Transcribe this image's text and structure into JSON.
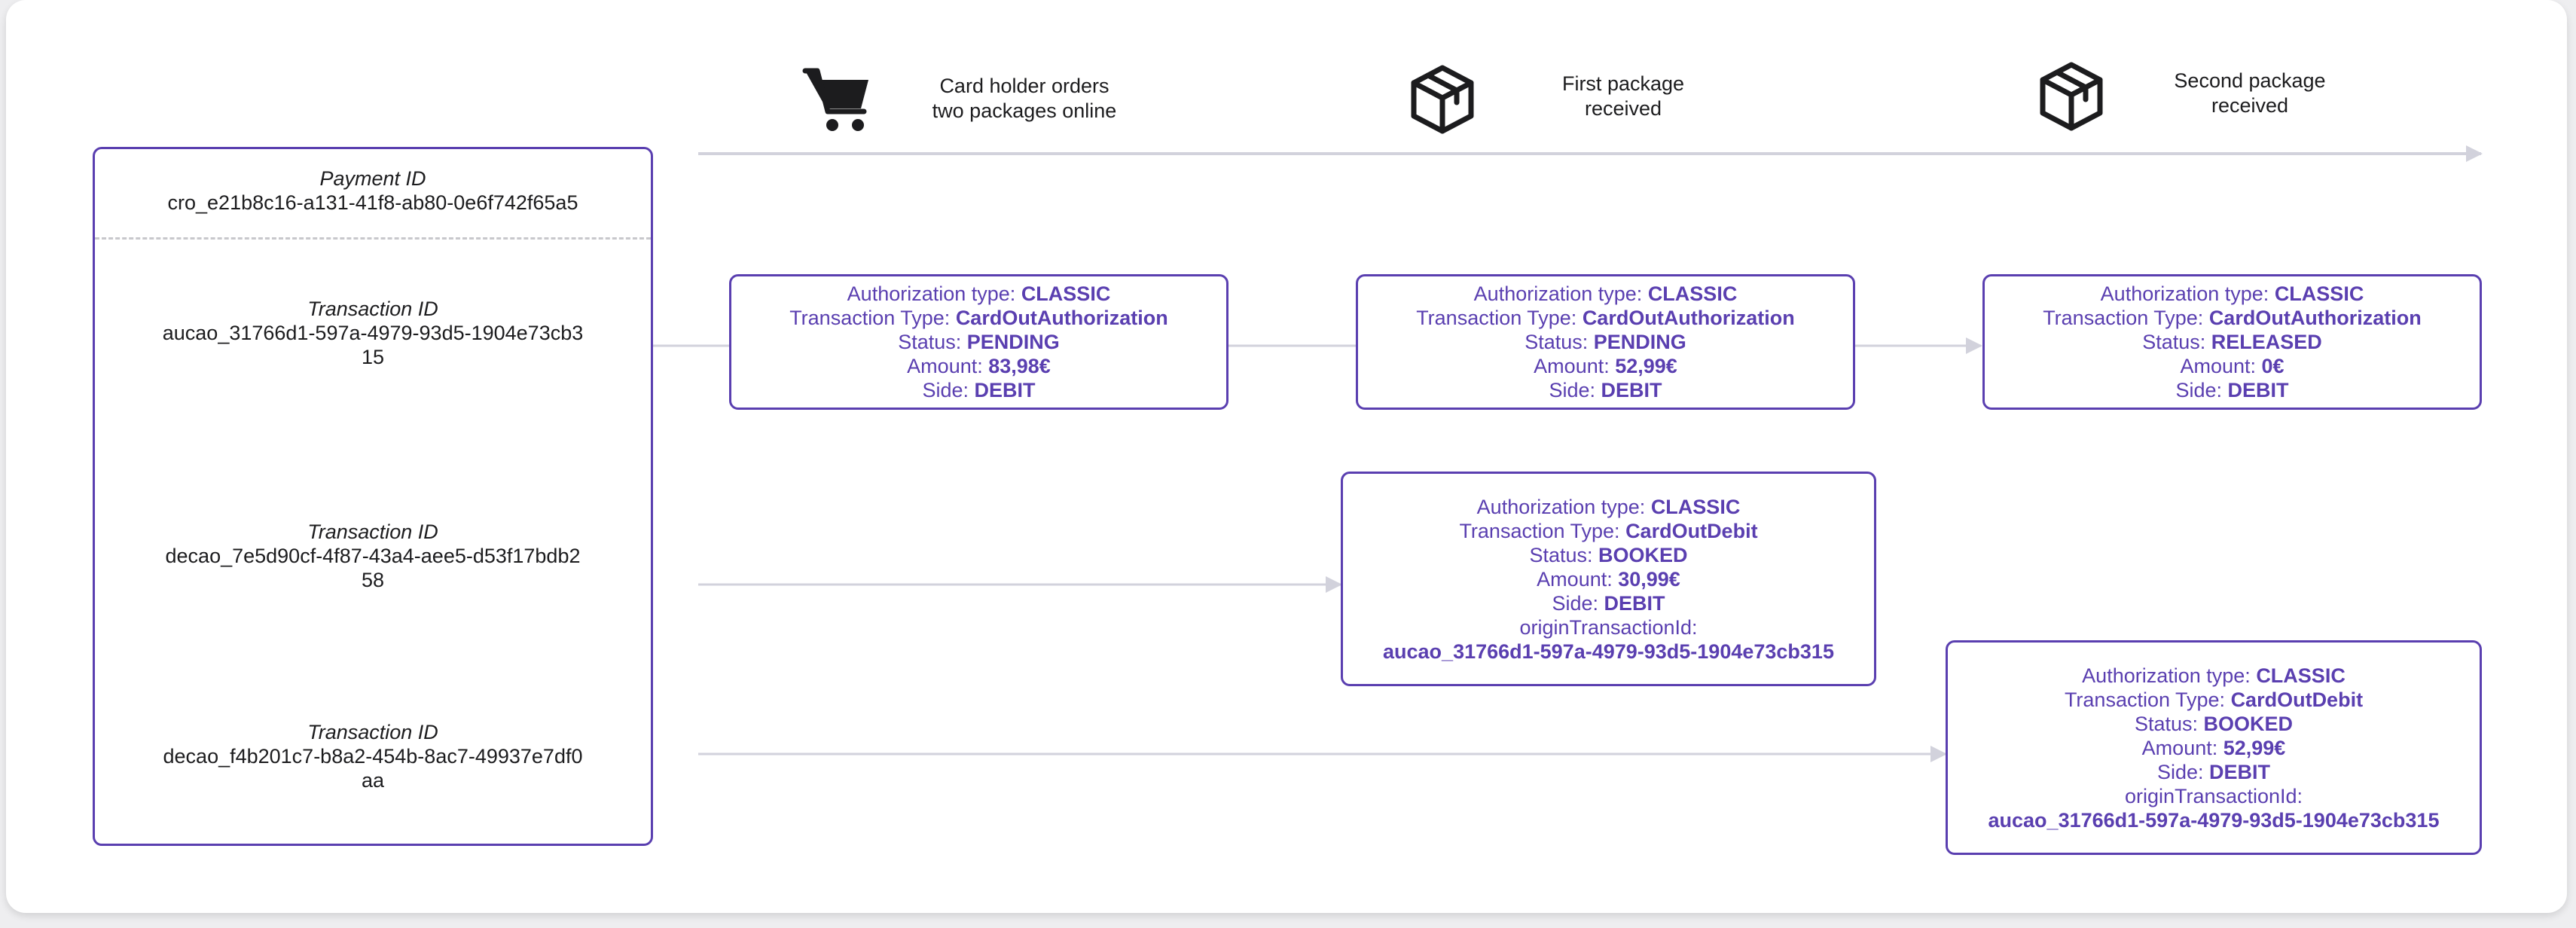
{
  "events": [
    {
      "icon": "shopping-cart-icon",
      "label_lines": [
        "Card holder orders",
        "two packages online"
      ]
    },
    {
      "icon": "package-icon",
      "label_lines": [
        "First package",
        "received"
      ]
    },
    {
      "icon": "package-icon",
      "label_lines": [
        "Second package",
        "received"
      ]
    }
  ],
  "id_panel": {
    "payment": {
      "label": "Payment ID",
      "value": "cro_e21b8c16-a131-41f8-ab80-0e6f742f65a5"
    },
    "transactions": [
      {
        "label": "Transaction ID",
        "value": "aucao_31766d1-597a-4979-93d5-1904e73cb315"
      },
      {
        "label": "Transaction ID",
        "value": "decao_7e5d90cf-4f87-43a4-aee5-d53f17bdb258"
      },
      {
        "label": "Transaction ID",
        "value": "decao_f4b201c7-b8a2-454b-8ac7-49937e7df0aa"
      }
    ]
  },
  "field_labels": {
    "auth_type": "Authorization type: ",
    "tx_type": "Transaction Type: ",
    "status": "Status: ",
    "amount": "Amount: ",
    "side": "Side: ",
    "origin": "originTransactionId:"
  },
  "cards": [
    {
      "auth_type": "CLASSIC",
      "tx_type": "CardOutAuthorization",
      "status": "PENDING",
      "amount": "83,98€",
      "side": "DEBIT"
    },
    {
      "auth_type": "CLASSIC",
      "tx_type": "CardOutAuthorization",
      "status": "PENDING",
      "amount": "52,99€",
      "side": "DEBIT"
    },
    {
      "auth_type": "CLASSIC",
      "tx_type": "CardOutAuthorization",
      "status": "RELEASED",
      "amount": "0€",
      "side": "DEBIT"
    },
    {
      "auth_type": "CLASSIC",
      "tx_type": "CardOutDebit",
      "status": "BOOKED",
      "amount": "30,99€",
      "side": "DEBIT",
      "origin": "aucao_31766d1-597a-4979-93d5-1904e73cb315"
    },
    {
      "auth_type": "CLASSIC",
      "tx_type": "CardOutDebit",
      "status": "BOOKED",
      "amount": "52,99€",
      "side": "DEBIT",
      "origin": "aucao_31766d1-597a-4979-93d5-1904e73cb315"
    }
  ],
  "colors": {
    "accent": "#5a3fb0",
    "connector": "#d2d2dc",
    "text": "#1c1c1e"
  }
}
